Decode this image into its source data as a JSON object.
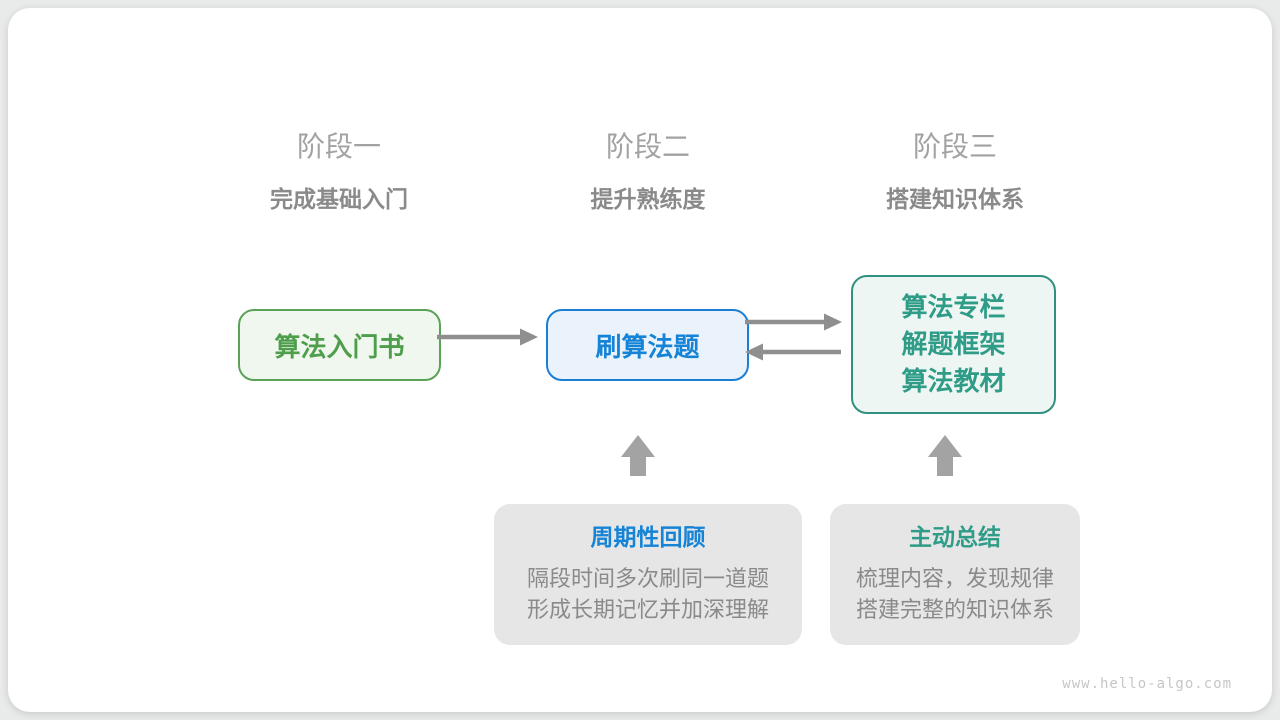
{
  "diagram": {
    "stages": [
      {
        "label": "阶段一",
        "subtitle": "完成基础入门"
      },
      {
        "label": "阶段二",
        "subtitle": "提升熟练度"
      },
      {
        "label": "阶段三",
        "subtitle": "搭建知识体系"
      }
    ],
    "nodes": {
      "intro_book": {
        "label": "算法入门书"
      },
      "problem_practice": {
        "label": "刷算法题"
      },
      "knowledge_sources": {
        "lines": [
          "算法专栏",
          "解题框架",
          "算法教材"
        ]
      }
    },
    "notes": [
      {
        "title": "周期性回顾",
        "body": [
          "隔段时间多次刷同一道题",
          "形成长期记忆并加深理解"
        ]
      },
      {
        "title": "主动总结",
        "body": [
          "梳理内容，发现规律",
          "搭建完整的知识体系"
        ]
      }
    ],
    "watermark": "www.hello-algo.com"
  },
  "colors": {
    "card_bg": "#ffffff",
    "page_bg": "#e9eaea",
    "green_border": "#5aa257",
    "green_text": "#4f9e4c",
    "green_bg": "#f0f7ef",
    "blue_border": "#1a7fd4",
    "blue_text": "#1583d6",
    "blue_bg": "#eaf3fb",
    "teal_border": "#31907f",
    "teal_text": "#2f9c88",
    "teal_bg": "#eef6f3",
    "arrow": "#8f8f8f",
    "up_arrow": "#a3a3a3",
    "note_bg": "#e6e6e6",
    "stage_label": "#a2a2a2",
    "stage_subtitle": "#8a8a8a",
    "note_body_text": "#8a8a8a",
    "watermark": "#c6c6c6"
  }
}
